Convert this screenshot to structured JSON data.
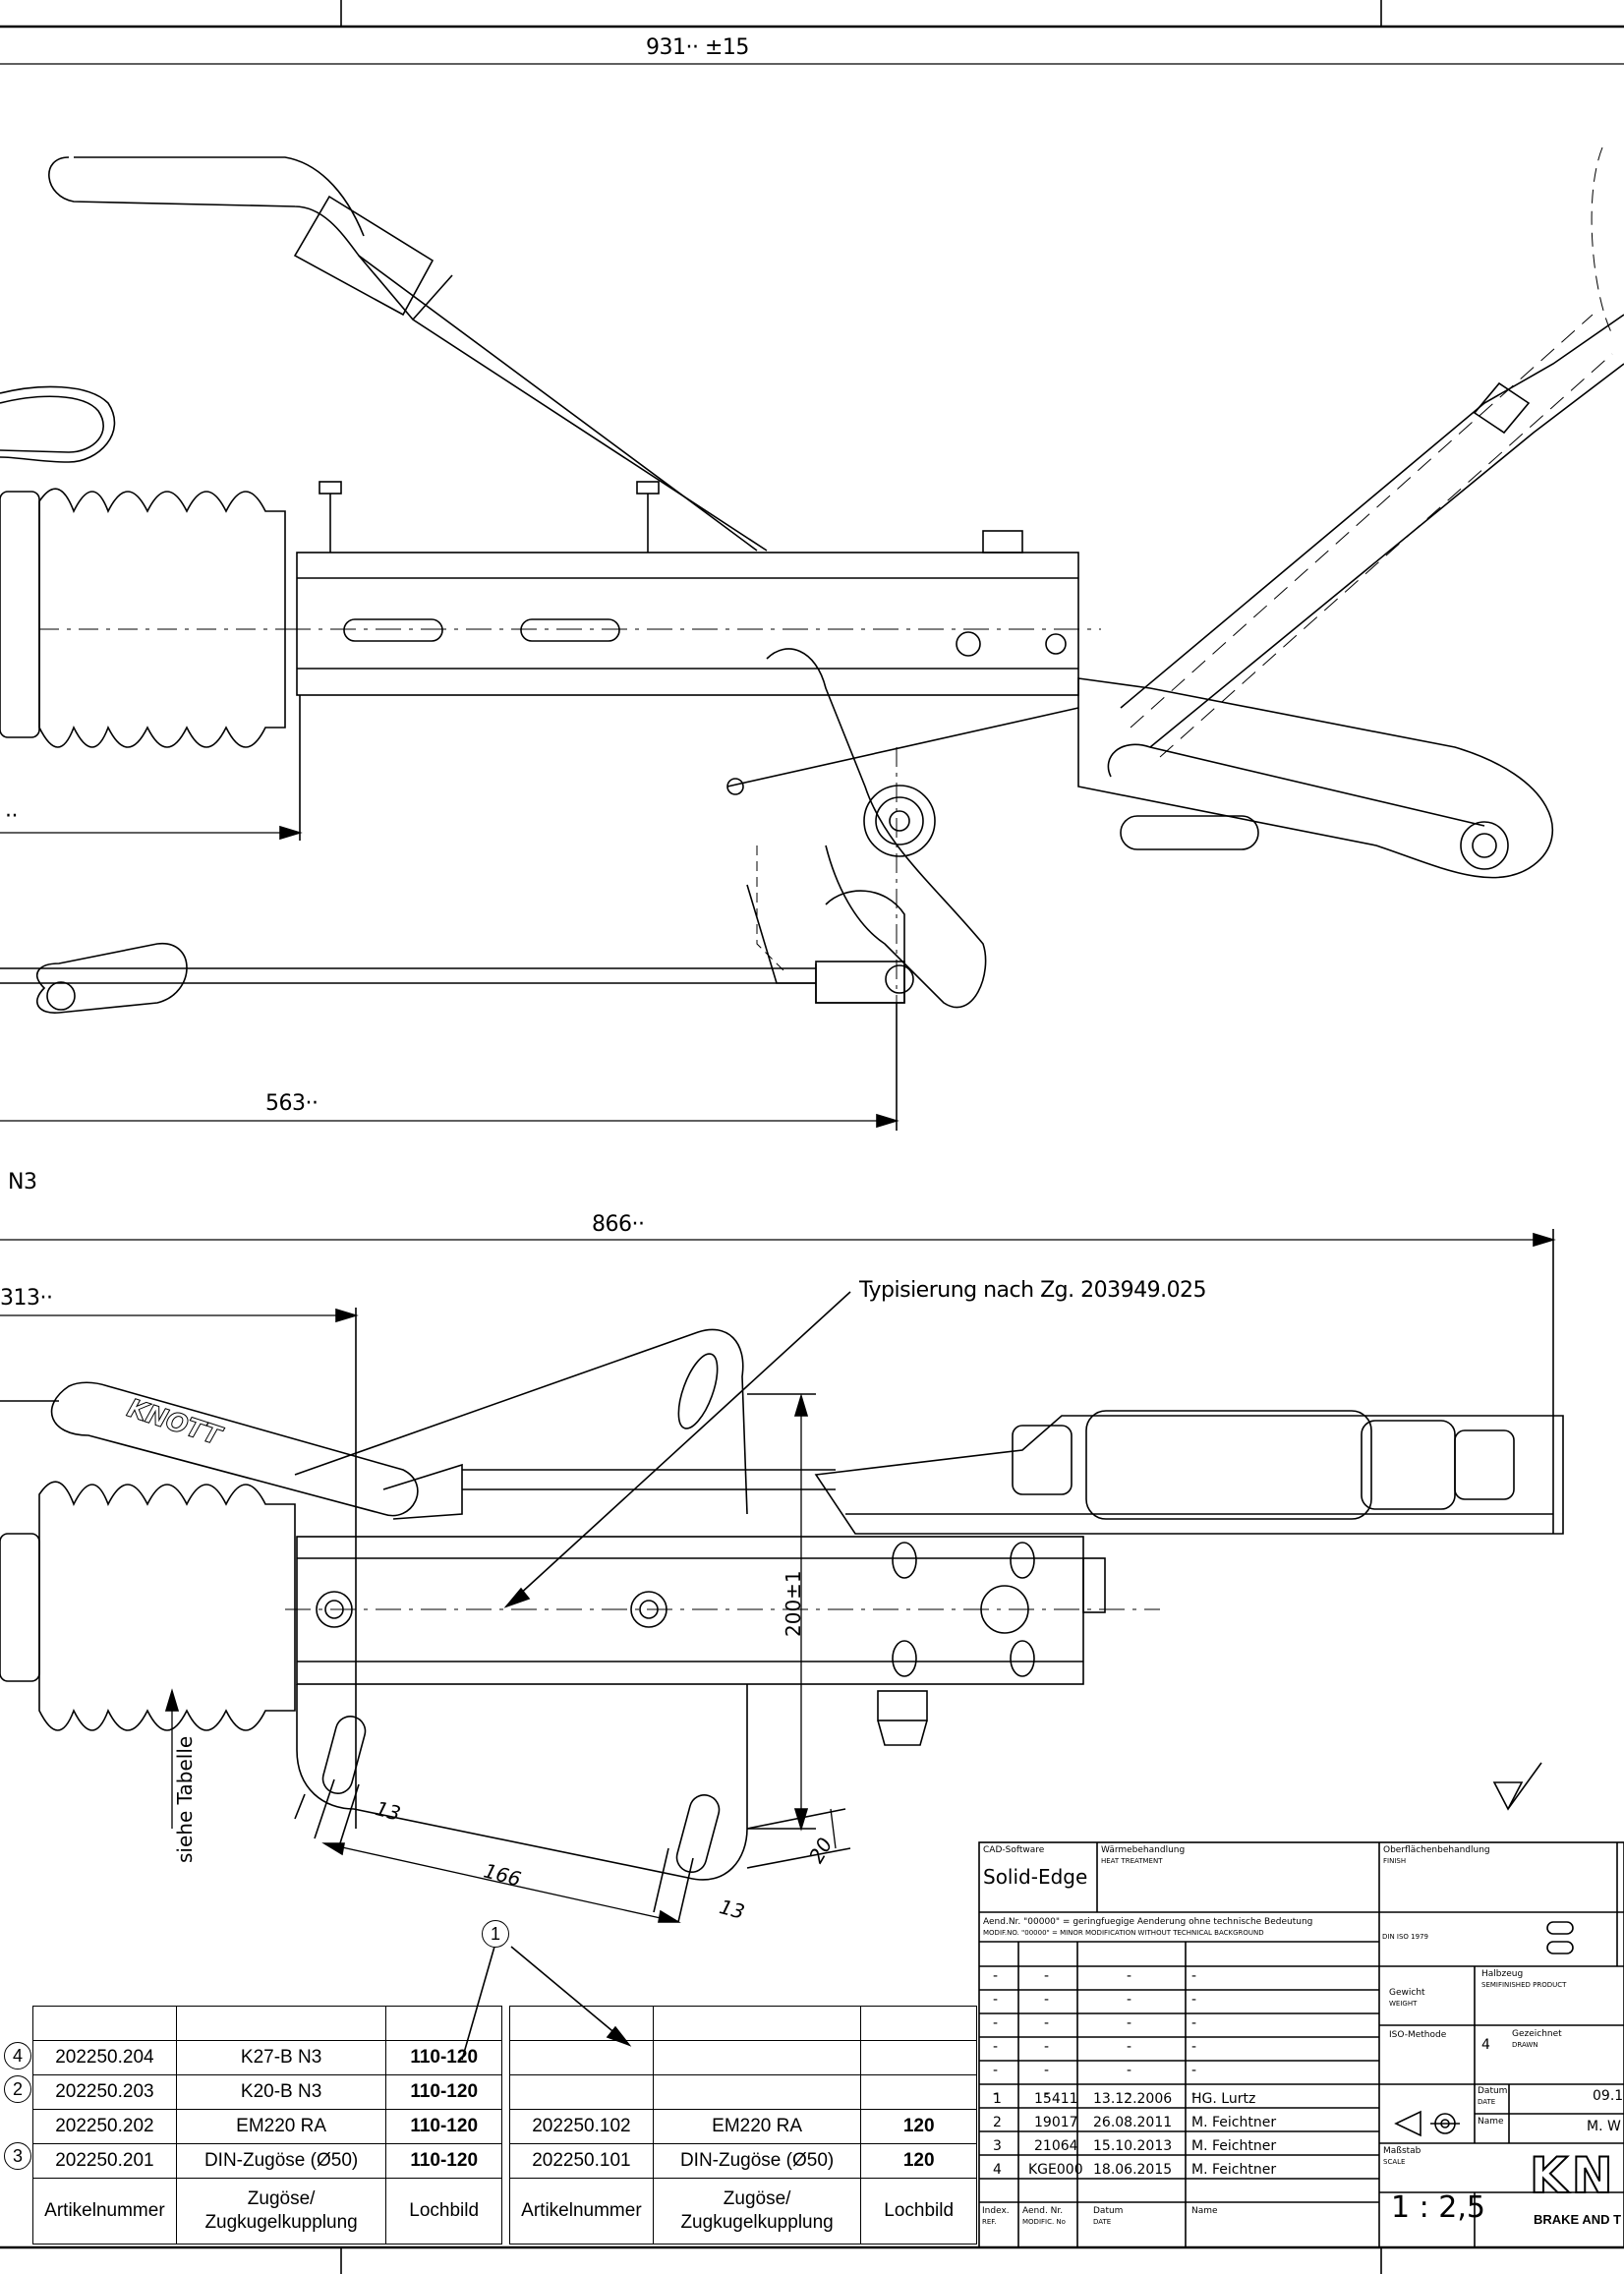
{
  "top_view": {
    "dim_overall": "931·· ±15",
    "dim_length": "563··",
    "dim_left_partial": "··"
  },
  "bottom_view": {
    "label": "N3",
    "dim_overall": "866··",
    "dim_left": "313··",
    "typing_note": "Typisierung nach Zg. 203949.025",
    "dim_height": "200±1",
    "siehe": "siehe Tabelle",
    "dim_13a": "13",
    "dim_166": "166",
    "dim_13b": "13",
    "dim_20": "20",
    "brand": "KNOTT",
    "callout_1": "1"
  },
  "table_left": {
    "headers": [
      "Artikelnummer",
      "Zugöse/\nZugkugelkupplung",
      "Lochbild"
    ],
    "rows": [
      {
        "callout": "4",
        "art": "202250.204",
        "desc": "K27-B N3",
        "loch": "110-120"
      },
      {
        "callout": "2",
        "art": "202250.203",
        "desc": "K20-B N3",
        "loch": "110-120"
      },
      {
        "callout": "",
        "art": "202250.202",
        "desc": "EM220 RA",
        "loch": "110-120"
      },
      {
        "callout": "3",
        "art": "202250.201",
        "desc": "DIN-Zugöse (Ø50)",
        "loch": "110-120"
      }
    ]
  },
  "table_right": {
    "headers": [
      "Artikelnummer",
      "Zugöse/\nZugkugelkupplung",
      "Lochbild"
    ],
    "rows": [
      {
        "art": "",
        "desc": "",
        "loch": ""
      },
      {
        "art": "",
        "desc": "",
        "loch": ""
      },
      {
        "art": "202250.102",
        "desc": "EM220 RA",
        "loch": "120"
      },
      {
        "art": "202250.101",
        "desc": "DIN-Zugöse (Ø50)",
        "loch": "120"
      }
    ]
  },
  "title_block": {
    "cad_label": "CAD-Software",
    "cad_value": "Solid-Edge",
    "heat_label": "Wärmebehandlung",
    "heat_label_en": "HEAT TREATMENT",
    "finish_label": "Oberflächenbehandlung",
    "finish_label_en": "FINISH",
    "change_note": "Aend.Nr. \"00000\" = geringfuegige Aenderung ohne technische Bedeutung",
    "change_note_en": "MODIF.NO. \"00000\" = MINOR MODIFICATION WITHOUT TECHNICAL BACKGROUND",
    "din": "DIN ISO 1979",
    "weight_label": "Gewicht",
    "weight_label_en": "WEIGHT",
    "semi_label": "Halbzeug",
    "semi_label_en": "SEMIFINISHED PRODUCT",
    "iso_label": "ISO-Methode",
    "iso_value": "4",
    "drawn_label": "Gezeichnet",
    "drawn_label_en": "DRAWN",
    "date_label": "Datum",
    "date_label_en": "DATE",
    "name_label": "Name",
    "drawn_date": "09.1",
    "drawn_name": "M. W",
    "scale_label": "Maßstab",
    "scale_label_en": "SCALE",
    "scale_value": "1 : 2,5",
    "logo": "KN",
    "tagline": "BRAKE AND T",
    "rev_headers": {
      "index": "Index.",
      "index_en": "REF.",
      "aend": "Aend. Nr.",
      "aend_en": "MODIFIC. No",
      "datum": "Datum",
      "datum_en": "DATE",
      "name": "Name"
    },
    "revisions": [
      {
        "idx": "-",
        "nr": "-",
        "date": "-",
        "name": "-"
      },
      {
        "idx": "-",
        "nr": "-",
        "date": "-",
        "name": "-"
      },
      {
        "idx": "-",
        "nr": "-",
        "date": "-",
        "name": "-"
      },
      {
        "idx": "-",
        "nr": "-",
        "date": "-",
        "name": "-"
      },
      {
        "idx": "-",
        "nr": "-",
        "date": "-",
        "name": "-"
      },
      {
        "idx": "-",
        "nr": "-",
        "date": "-",
        "name": "-"
      },
      {
        "idx": "1",
        "nr": "15411",
        "date": "13.12.2006",
        "name": "HG. Lurtz"
      },
      {
        "idx": "2",
        "nr": "19017",
        "date": "26.08.2011",
        "name": "M. Feichtner"
      },
      {
        "idx": "3",
        "nr": "21064",
        "date": "15.10.2013",
        "name": "M. Feichtner"
      },
      {
        "idx": "4",
        "nr": "KGE000",
        "date": "18.06.2015",
        "name": "M. Feichtner"
      }
    ]
  }
}
